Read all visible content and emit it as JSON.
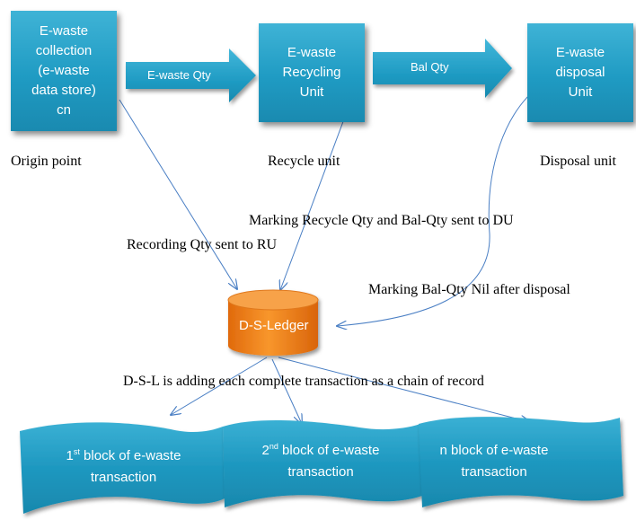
{
  "boxes": {
    "collection": [
      "E-waste",
      "collection",
      "(e-waste",
      "data store)",
      "cn"
    ],
    "recycling": [
      "E-waste",
      "Recycling",
      "Unit"
    ],
    "disposal": [
      "E-waste",
      "disposal",
      "Unit"
    ]
  },
  "arrows": {
    "to_recycle": "E-waste Qty",
    "to_disposal": "Bal Qty"
  },
  "captions": {
    "origin": "Origin point",
    "recycle": "Recycle unit",
    "disposal": "Disposal unit"
  },
  "annotations": {
    "marking_recycle": "Marking Recycle Qty and Bal-Qty sent to DU",
    "recording": "Recording Qty sent to RU",
    "marking_nil": "Marking Bal-Qty Nil after disposal",
    "dsl_note": "D-S-L is adding each complete transaction as a chain of record"
  },
  "ledger": {
    "label": "D-S-Ledger"
  },
  "blocks": {
    "first": {
      "ordinal": "1",
      "ordinal_sup": "st",
      "line1": " block of e-waste",
      "line2": "transaction"
    },
    "second": {
      "ordinal": "2",
      "ordinal_sup": "nd",
      "line1": " block of e-waste",
      "line2": "transaction"
    },
    "n": {
      "line1": "n block of e-waste",
      "line2": "transaction"
    }
  },
  "colors": {
    "box": "#1f9bc3",
    "ledger": "#ea7a1a",
    "connector": "#4a7fc4"
  }
}
